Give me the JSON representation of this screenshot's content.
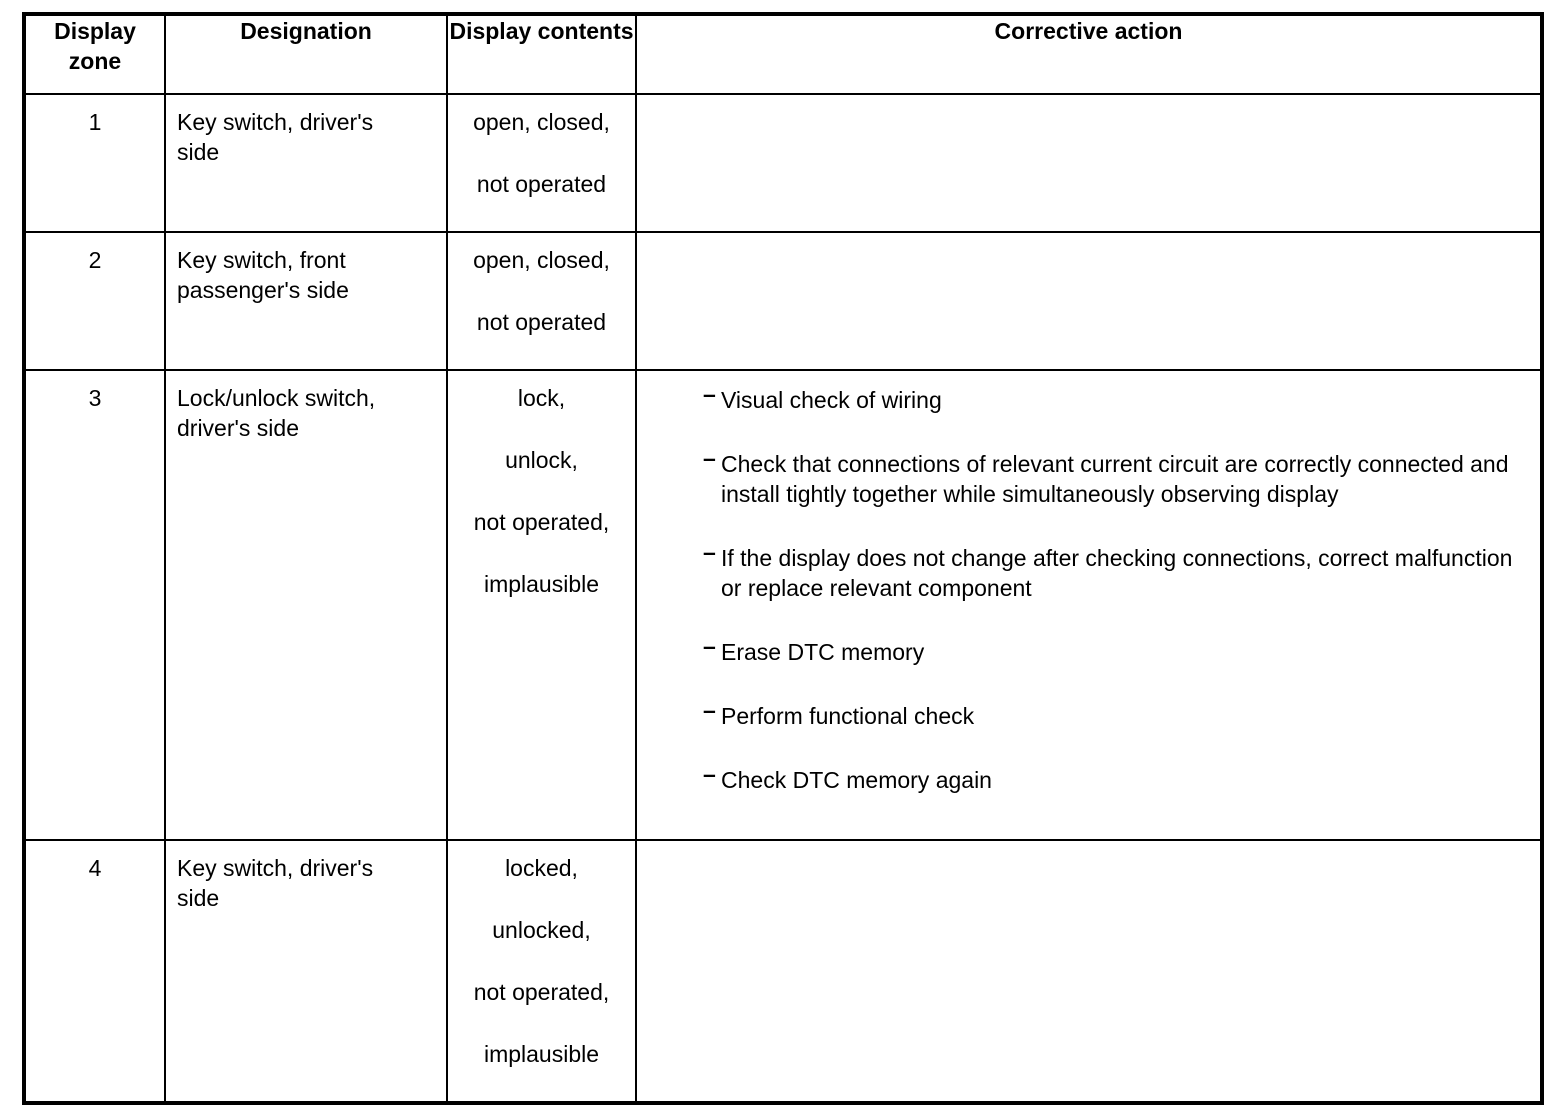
{
  "colors": {
    "background": "#ffffff",
    "border": "#000000",
    "text": "#000000"
  },
  "table": {
    "bullet_char": "–",
    "headers": {
      "display_zone": "Display zone",
      "designation": "Designation",
      "display_contents": "Display contents",
      "corrective_action": "Corrective action"
    },
    "rows": [
      {
        "zone": "1",
        "designation": "Key switch, driver's side",
        "display_contents": [
          "open, closed,",
          "not operated"
        ],
        "corrective_actions": []
      },
      {
        "zone": "2",
        "designation": "Key switch, front passenger's side",
        "display_contents": [
          "open, closed,",
          "not operated"
        ],
        "corrective_actions": []
      },
      {
        "zone": "3",
        "designation": "Lock/unlock switch, driver's side",
        "display_contents": [
          "lock,",
          "unlock,",
          "not operated,",
          "implausible"
        ],
        "corrective_actions": [
          "Visual check of wiring",
          "Check that connections of relevant current circuit are correctly connected and install tightly together while simultaneously observing display",
          "If the display does not change after checking connections, correct malfunction or replace relevant component",
          "Erase DTC memory",
          "Perform functional check",
          "Check DTC memory again"
        ]
      },
      {
        "zone": "4",
        "designation": "Key switch, driver's side",
        "display_contents": [
          "locked,",
          "unlocked,",
          "not operated,",
          "implausible"
        ],
        "corrective_actions": []
      }
    ]
  }
}
